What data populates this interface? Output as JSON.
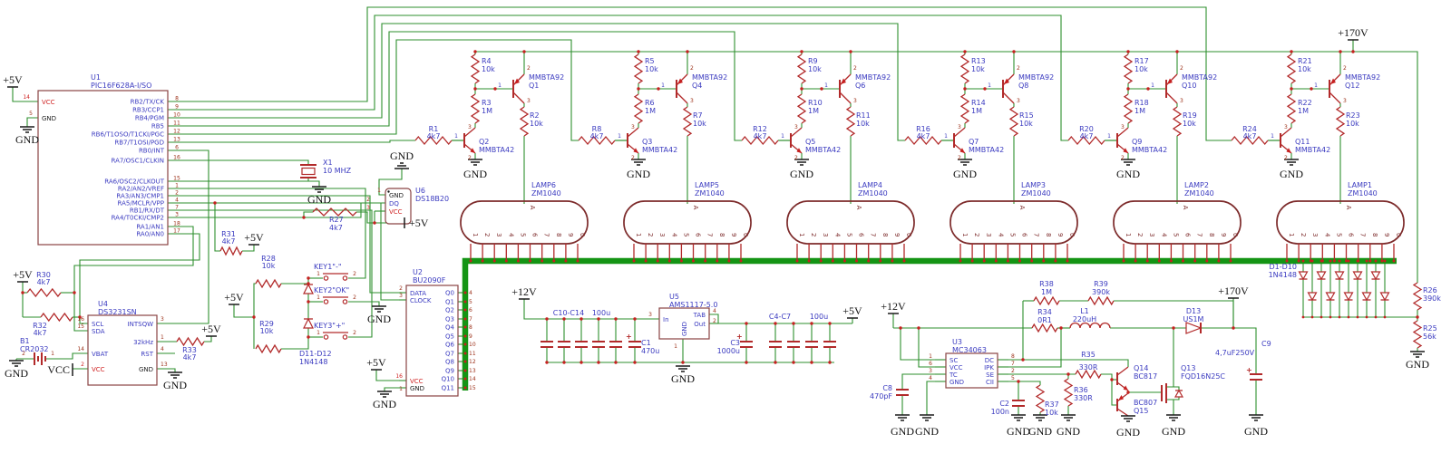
{
  "power": {
    "p5": "+5V",
    "p12": "+12V",
    "p170": "+170V",
    "gnd": "GND",
    "vccnet": "VCC"
  },
  "misc": {
    "plus": "+"
  },
  "tpins": {
    "n1": "1",
    "n2": "2",
    "n3": "3"
  },
  "tube": {
    "anode": "A",
    "digits": [
      "1",
      "2",
      "3",
      "4",
      "5",
      "6",
      "7",
      "8",
      "9",
      "0"
    ]
  },
  "u1": {
    "ref": "U1",
    "part": "PIC16F628A-I/SO",
    "vcc": {
      "num": "14",
      "name": "VCC"
    },
    "gnd": {
      "num": "5",
      "name": "GND"
    },
    "pins": [
      {
        "num": "8",
        "name": "RB2/TX/CK"
      },
      {
        "num": "9",
        "name": "RB3/CCP1"
      },
      {
        "num": "10",
        "name": "RB4/PGM"
      },
      {
        "num": "11",
        "name": "RB5"
      },
      {
        "num": "12",
        "name": "RB6/T1OSO/T1CKI/PGC"
      },
      {
        "num": "13",
        "name": "RB7/T1OSI/PGD"
      },
      {
        "num": "6",
        "name": "RB0/INT"
      },
      {
        "num": "16",
        "name": "RA7/OSC1/CLKIN"
      },
      {
        "num": "15",
        "name": "RA6/OSC2/CLKOUT"
      },
      {
        "num": "1",
        "name": "RA2/AN2/VREF"
      },
      {
        "num": "2",
        "name": "RA3/AN3/CMP1"
      },
      {
        "num": "4",
        "name": "RA5/MCLR/VPP"
      },
      {
        "num": "7",
        "name": "RB1/RX/DT"
      },
      {
        "num": "3",
        "name": "RA4/T0CKI/CMP2"
      },
      {
        "num": "18",
        "name": "RA1/AN1"
      },
      {
        "num": "17",
        "name": "RA0/AN0"
      }
    ]
  },
  "u2": {
    "ref": "U2",
    "part": "BU2090F",
    "left": [
      {
        "num": "2",
        "name": "DATA"
      },
      {
        "num": "3",
        "name": "CLOCK"
      }
    ],
    "vcc": {
      "num": "16",
      "name": "VCC"
    },
    "gnd": {
      "num": "1",
      "name": "GND"
    },
    "outs": [
      {
        "num": "4",
        "name": "Q0"
      },
      {
        "num": "5",
        "name": "Q1"
      },
      {
        "num": "6",
        "name": "Q2"
      },
      {
        "num": "7",
        "name": "Q3"
      },
      {
        "num": "8",
        "name": "Q4"
      },
      {
        "num": "9",
        "name": "Q5"
      },
      {
        "num": "10",
        "name": "Q6"
      },
      {
        "num": "11",
        "name": "Q7"
      },
      {
        "num": "12",
        "name": "Q8"
      },
      {
        "num": "13",
        "name": "Q9"
      },
      {
        "num": "14",
        "name": "Q10"
      },
      {
        "num": "15",
        "name": "Q11"
      }
    ]
  },
  "u3": {
    "ref": "U3",
    "part": "MC34063",
    "left": [
      {
        "num": "1",
        "name": "SC"
      },
      {
        "num": "6",
        "name": "VCC"
      },
      {
        "num": "3",
        "name": "TC"
      },
      {
        "num": "4",
        "name": "GND"
      }
    ],
    "right": [
      {
        "num": "8",
        "name": "DC"
      },
      {
        "num": "7",
        "name": "IPK"
      },
      {
        "num": "2",
        "name": "SE"
      },
      {
        "num": "5",
        "name": "CII"
      }
    ]
  },
  "u4": {
    "ref": "U4",
    "part": "DS3231SN",
    "left": [
      {
        "num": "16",
        "name": "SCL"
      },
      {
        "num": "15",
        "name": "SDA"
      },
      {
        "num": "14",
        "name": "VBAT"
      },
      {
        "num": "2",
        "name": "VCC"
      }
    ],
    "right": [
      {
        "num": "3",
        "name": "INTSQW"
      },
      {
        "num": "1",
        "name": "32kHz"
      },
      {
        "num": "4",
        "name": "RST"
      },
      {
        "num": "13",
        "name": "GND"
      }
    ]
  },
  "u5": {
    "ref": "U5",
    "part": "AMS1117-5.0",
    "pin_in": {
      "num": "3",
      "name": "In"
    },
    "pin_gnd": {
      "num": "1",
      "name": "GND"
    },
    "pin_tab": {
      "num": "4",
      "name": "TAB"
    },
    "pin_out": {
      "num": "2",
      "name": "Out"
    }
  },
  "u6": {
    "ref": "U6",
    "part": "DS18B20",
    "pins": [
      {
        "num": "1",
        "name": "GND"
      },
      {
        "num": "2",
        "name": "DQ"
      },
      {
        "num": "3",
        "name": "VCC"
      }
    ]
  },
  "sections": [
    {
      "in_r": {
        "ref": "R1",
        "val": "4k7"
      },
      "top_r": {
        "ref": "R4",
        "val": "10k"
      },
      "mid_r": {
        "ref": "R3",
        "val": "1M"
      },
      "out_r": {
        "ref": "R2",
        "val": "10k"
      },
      "pnp": {
        "part": "MMBTA92",
        "ref": "Q1"
      },
      "npn": {
        "ref": "Q2",
        "part": "MMBTA42"
      },
      "lamp": {
        "ref": "LAMP6",
        "part": "ZM1040"
      }
    },
    {
      "in_r": {
        "ref": "R8",
        "val": "4k7"
      },
      "top_r": {
        "ref": "R5",
        "val": "10k"
      },
      "mid_r": {
        "ref": "R6",
        "val": "1M"
      },
      "out_r": {
        "ref": "R7",
        "val": "10k"
      },
      "pnp": {
        "part": "MMBTA92",
        "ref": "Q4"
      },
      "npn": {
        "ref": "Q3",
        "part": "MMBTA42"
      },
      "lamp": {
        "ref": "LAMP5",
        "part": "ZM1040"
      }
    },
    {
      "in_r": {
        "ref": "R12",
        "val": "4k7"
      },
      "top_r": {
        "ref": "R9",
        "val": "10k"
      },
      "mid_r": {
        "ref": "R10",
        "val": "1M"
      },
      "out_r": {
        "ref": "R11",
        "val": "10k"
      },
      "pnp": {
        "part": "MMBTA92",
        "ref": "Q6"
      },
      "npn": {
        "ref": "Q5",
        "part": "MMBTA42"
      },
      "lamp": {
        "ref": "LAMP4",
        "part": "ZM1040"
      }
    },
    {
      "in_r": {
        "ref": "R16",
        "val": "4k7"
      },
      "top_r": {
        "ref": "R13",
        "val": "10k"
      },
      "mid_r": {
        "ref": "R14",
        "val": "1M"
      },
      "out_r": {
        "ref": "R15",
        "val": "10k"
      },
      "pnp": {
        "part": "MMBTA92",
        "ref": "Q8"
      },
      "npn": {
        "ref": "Q7",
        "part": "MMBTA42"
      },
      "lamp": {
        "ref": "LAMP3",
        "part": "ZM1040"
      }
    },
    {
      "in_r": {
        "ref": "R20",
        "val": "4k7"
      },
      "top_r": {
        "ref": "R17",
        "val": "10k"
      },
      "mid_r": {
        "ref": "R18",
        "val": "1M"
      },
      "out_r": {
        "ref": "R19",
        "val": "10k"
      },
      "pnp": {
        "part": "MMBTA92",
        "ref": "Q10"
      },
      "npn": {
        "ref": "Q9",
        "part": "MMBTA42"
      },
      "lamp": {
        "ref": "LAMP2",
        "part": "ZM1040"
      }
    },
    {
      "in_r": {
        "ref": "R24",
        "val": "4k7"
      },
      "top_r": {
        "ref": "R21",
        "val": "10k"
      },
      "mid_r": {
        "ref": "R22",
        "val": "1M"
      },
      "out_r": {
        "ref": "R23",
        "val": "10k"
      },
      "pnp": {
        "part": "MMBTA92",
        "ref": "Q12"
      },
      "npn": {
        "ref": "Q11",
        "part": "MMBTA42"
      },
      "lamp": {
        "ref": "LAMP1",
        "part": "ZM1040"
      }
    }
  ],
  "parts": {
    "x1": {
      "ref": "X1",
      "val": "10 MHZ"
    },
    "r25": {
      "ref": "R25",
      "val": "56k"
    },
    "r26": {
      "ref": "R26",
      "val": "390k"
    },
    "r27": {
      "ref": "R27",
      "val": "4k7"
    },
    "r28": {
      "ref": "R28",
      "val": "10k"
    },
    "r29": {
      "ref": "R29",
      "val": "10k"
    },
    "r30": {
      "ref": "R30",
      "val": "4k7"
    },
    "r31": {
      "ref": "R31",
      "val": "4k7"
    },
    "r32": {
      "ref": "R32",
      "val": "4k7"
    },
    "r33": {
      "ref": "R33",
      "val": "4k7"
    },
    "r34": {
      "ref": "R34",
      "val": "0R1"
    },
    "r35": {
      "ref": "R35",
      "val": "330R"
    },
    "r36": {
      "ref": "R36",
      "val": "330R"
    },
    "r37": {
      "ref": "R37",
      "val": "10k"
    },
    "r38": {
      "ref": "R38",
      "val": "1M"
    },
    "r39": {
      "ref": "R39",
      "val": "390k"
    },
    "l1": {
      "ref": "L1",
      "val": "220uH"
    },
    "c1": {
      "ref": "C1",
      "val": "470u"
    },
    "c2": {
      "ref": "C2",
      "val": "100n"
    },
    "c3": {
      "ref": "C3",
      "val": "1000u"
    },
    "c8": {
      "ref": "C8",
      "val": "470pF"
    },
    "c9": {
      "ref": "C9",
      "val": "4,7uF250V"
    },
    "c10_14": {
      "ref": "C10-C14",
      "val": "100u"
    },
    "c4_7": {
      "ref": "C4-C7",
      "val": "100u"
    },
    "d13": {
      "ref": "D13",
      "val": "US1M"
    },
    "d1_10": {
      "ref": "D1-D10",
      "val": "1N4148"
    },
    "d11_12": {
      "ref": "D11-D12",
      "val": "1N4148"
    },
    "q13": {
      "ref": "Q13",
      "val": "FQD16N25C"
    },
    "q14": {
      "ref": "Q14",
      "val": "BC817"
    },
    "q15": {
      "ref": "Q15",
      "val": "BC807"
    },
    "b1": {
      "ref": "B1",
      "val": "CR2032"
    },
    "key1": {
      "label": "KEY1\"-\""
    },
    "key2": {
      "label": "KEY2\"OK\""
    },
    "key3": {
      "label": "KEY3\"+\""
    }
  }
}
